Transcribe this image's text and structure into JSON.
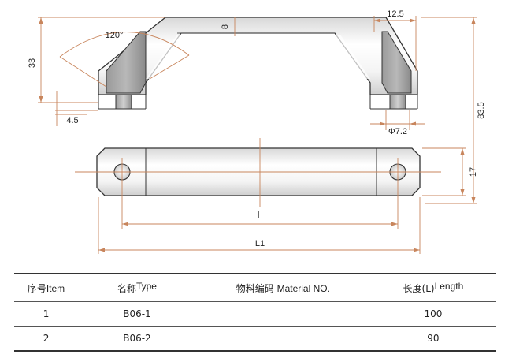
{
  "dimensions": {
    "height_33": "33",
    "angle_120": "120°",
    "thickness_8": "8",
    "width_12_5": "12.5",
    "offset_4_5": "4.5",
    "hole_dia": "Φ7.2",
    "total_height": "83.5",
    "bar_width": "17",
    "hole_spacing": "L",
    "total_length": "L1"
  },
  "table": {
    "headers": [
      {
        "cn": "序号",
        "en": "Item"
      },
      {
        "cn": "名称",
        "en": "Type"
      },
      {
        "cn": "物料编码",
        "en": "Material NO."
      },
      {
        "cn": "长度(L)",
        "en": "Length"
      }
    ],
    "rows": [
      {
        "item": "1",
        "type": "B06-1",
        "material": "",
        "length": "100"
      },
      {
        "item": "2",
        "type": "B06-2",
        "material": "",
        "length": "90"
      }
    ]
  },
  "colors": {
    "dimension_line": "#c8855c",
    "outline": "#333333"
  }
}
